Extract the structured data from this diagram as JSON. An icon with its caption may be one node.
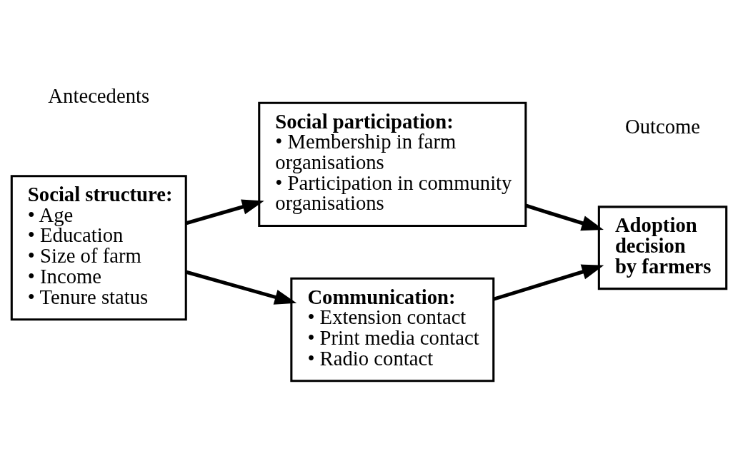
{
  "diagram": {
    "nodes": [
      {
        "text": [
          "Social structure:",
          "• Age",
          "• Education",
          "• Size of farm",
          "• Income",
          "• Tenure status"
        ]
      },
      {
        "text": [
          "Social participation:",
          "• Membership in farm organisations",
          "• Participation in community organisations"
        ]
      },
      {
        "text": [
          "Communication:",
          "• Extension contact",
          "• Print media contact",
          "• Radio contact"
        ]
      },
      {
        "text": [
          "Adoption decision by farmers"
        ]
      }
    ],
    "edges": [
      {
        "from": 0,
        "to": 1,
        "arrow": "to"
      },
      {
        "from": 0,
        "to": 2,
        "arrow": "to"
      },
      {
        "from": 1,
        "to": 3,
        "arrow": "to"
      },
      {
        "from": 2,
        "to": 3,
        "arrow": "to"
      }
    ],
    "labels": [
      "Antecedents",
      "Outcome"
    ]
  }
}
